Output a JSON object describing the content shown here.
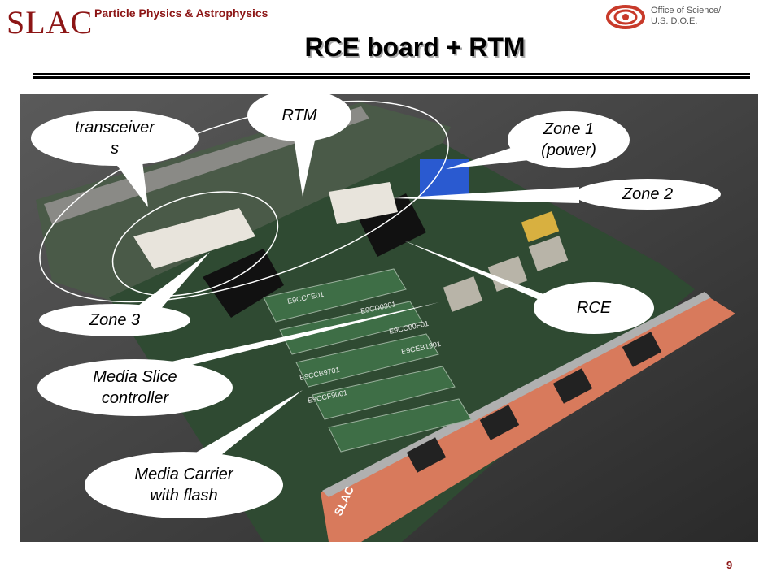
{
  "header": {
    "logo": "SLAC",
    "subtitle": "Particle Physics & Astrophysics",
    "doe_line1": "Office of Science/",
    "doe_line2": "U.S. D.O.E."
  },
  "title": "RCE board + RTM",
  "callouts": {
    "transceivers": "transceiver\ns",
    "rtm": "RTM",
    "zone1": "Zone 1\n(power)",
    "zone2": "Zone 2",
    "zone3": "Zone 3",
    "rce": "RCE",
    "media_slice": "Media Slice\ncontroller",
    "media_carrier": "Media Carrier\nwith flash"
  },
  "photo": {
    "chip_labels": [
      "E9CCFE01",
      "E9CD0301",
      "E9CCF9001",
      "E9CCB9701",
      "E9CEB1901",
      "E9CC80F01"
    ],
    "faceplate_label": "SLAC"
  },
  "page_number": "9"
}
